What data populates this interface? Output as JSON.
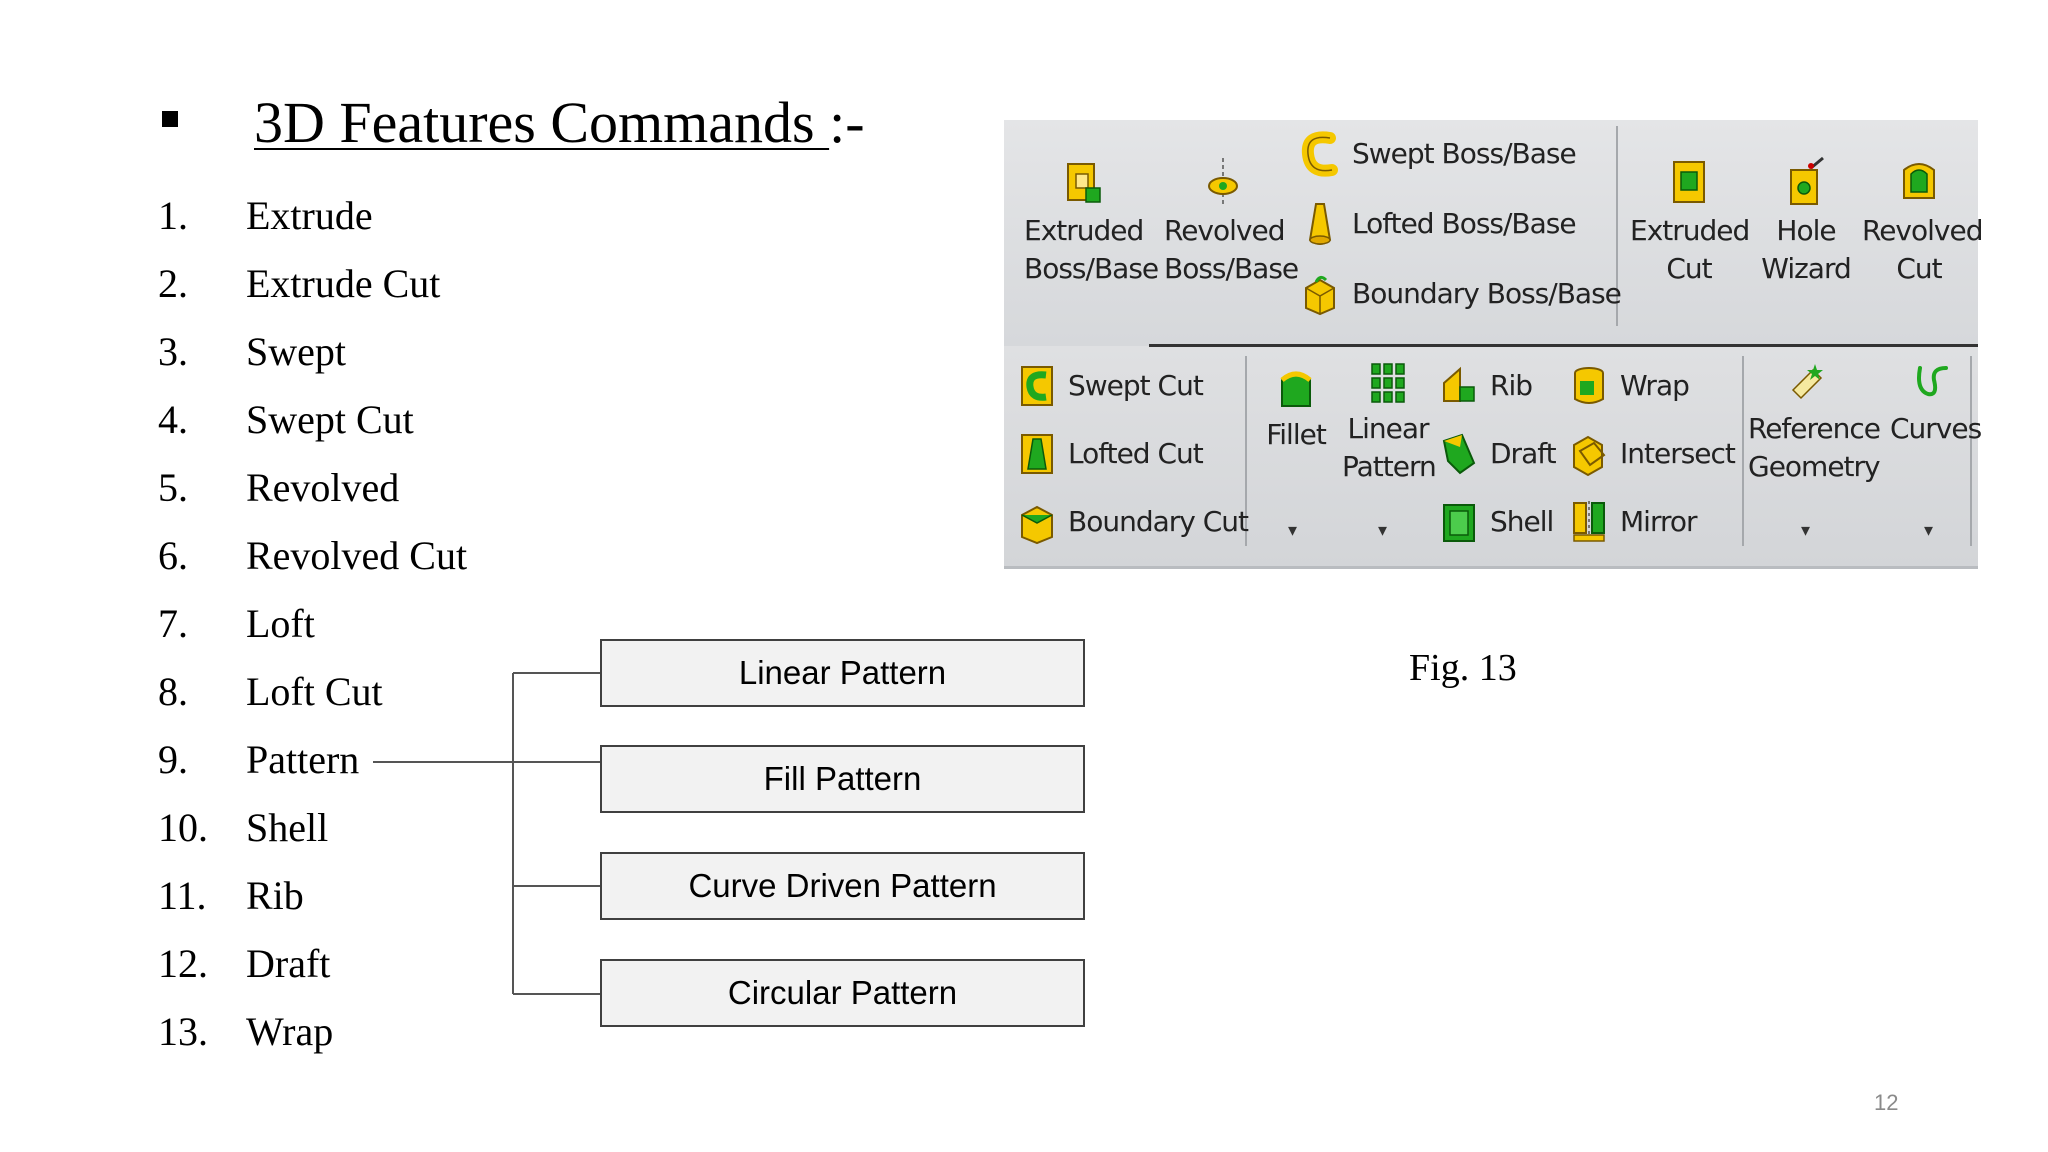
{
  "slide": {
    "title": "3D Features Commands ",
    "title_suffix": ":-",
    "page_number": "12",
    "figure_caption": "Fig. 13"
  },
  "commands": [
    {
      "num": "1.",
      "label": "Extrude"
    },
    {
      "num": "2.",
      "label": "Extrude Cut"
    },
    {
      "num": "3.",
      "label": "Swept"
    },
    {
      "num": "4.",
      "label": "Swept Cut"
    },
    {
      "num": "5.",
      "label": "Revolved"
    },
    {
      "num": "6.",
      "label": "Revolved Cut"
    },
    {
      "num": "7.",
      "label": "Loft"
    },
    {
      "num": "8.",
      "label": "Loft Cut"
    },
    {
      "num": "9.",
      "label": "Pattern"
    },
    {
      "num": "10.",
      "label": "Shell"
    },
    {
      "num": "11.",
      "label": "Rib"
    },
    {
      "num": "12.",
      "label": "Draft"
    },
    {
      "num": "13.",
      "label": "Wrap"
    }
  ],
  "pattern_types": [
    "Linear Pattern",
    "Fill Pattern",
    "Curve Driven Pattern",
    "Circular Pattern"
  ],
  "toolbar": {
    "row1": {
      "extruded_boss": [
        "Extruded",
        "Boss/Base"
      ],
      "revolved_boss": [
        "Revolved",
        "Boss/Base"
      ],
      "swept_boss": "Swept Boss/Base",
      "lofted_boss": "Lofted Boss/Base",
      "boundary_boss": "Boundary Boss/Base",
      "extruded_cut": [
        "Extruded",
        "Cut"
      ],
      "hole_wizard": [
        "Hole",
        "Wizard"
      ],
      "revolved_cut": [
        "Revolved",
        "Cut"
      ]
    },
    "row2": {
      "swept_cut": "Swept Cut",
      "lofted_cut": "Lofted Cut",
      "boundary_cut": "Boundary Cut",
      "fillet": "Fillet",
      "linear_pattern": [
        "Linear",
        "Pattern"
      ],
      "rib": "Rib",
      "draft": "Draft",
      "shell": "Shell",
      "wrap": "Wrap",
      "intersect": "Intersect",
      "mirror": "Mirror",
      "reference_geometry": [
        "Reference",
        "Geometry"
      ],
      "curves": "Curves",
      "dropdown_glyph": "▾"
    },
    "colors": {
      "icon_yellow": "#f5c800",
      "icon_green": "#1fa81f",
      "icon_outline": "#7a5a00"
    }
  }
}
